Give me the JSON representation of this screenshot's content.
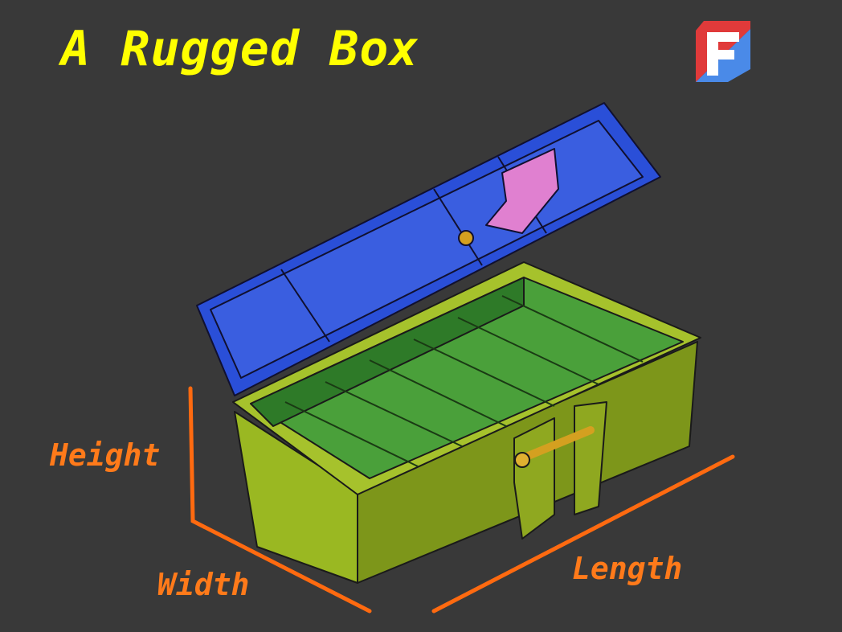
{
  "title": "A Rugged Box",
  "labels": {
    "height": "Height",
    "width": "Width",
    "length": "Length"
  },
  "logo": {
    "text": "F"
  },
  "colors": {
    "background": "#393939",
    "title": "#ffff00",
    "dimension": "#ff7a1a",
    "lid": "#2a4fd8",
    "body": "#8fa820",
    "interior": "#4aa03a",
    "latch": "#e080d0",
    "pin": "#d4a020"
  }
}
